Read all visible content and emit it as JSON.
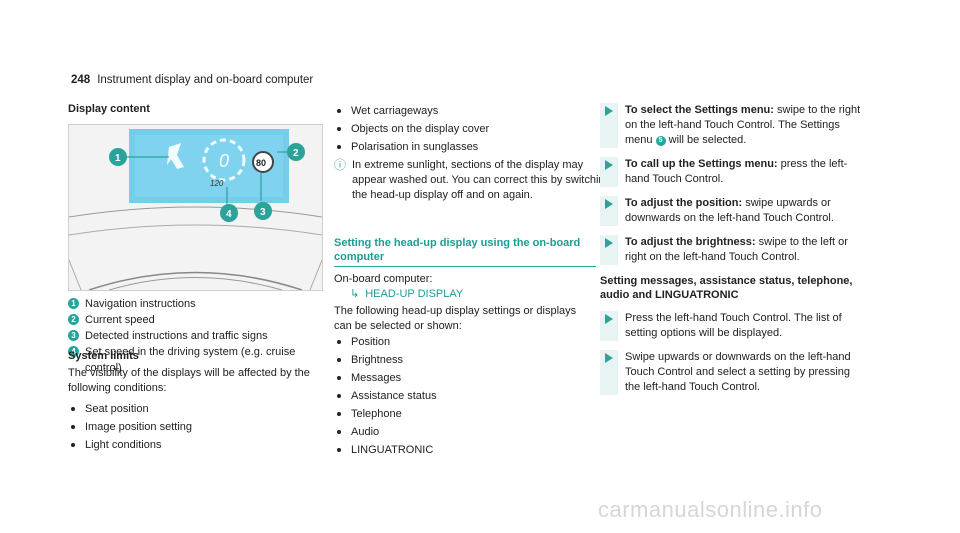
{
  "header": {
    "page_number": "248",
    "title": "Instrument display and on-board computer"
  },
  "col1": {
    "title": "Display content",
    "figure": {
      "callouts": [
        "1",
        "2",
        "3",
        "4"
      ],
      "speed_limit_sign": "80",
      "set_speed": "120",
      "current_speed_digit": "0"
    },
    "legend": [
      {
        "num": "1",
        "text": "Navigation instructions"
      },
      {
        "num": "2",
        "text": "Current speed"
      },
      {
        "num": "3",
        "text": "Detected instructions and traffic signs"
      },
      {
        "num": "4",
        "text": "Set speed in the driving system (e.g. cruise control)"
      }
    ],
    "limits_title": "System limits",
    "limits_text": "The visibility of the displays will be affected by the following conditions:",
    "conditions": [
      "Seat position",
      "Image position setting",
      "Light conditions"
    ]
  },
  "col2": {
    "conditions_cont": [
      "Wet carriageways",
      "Objects on the display cover",
      "Polarisation in sunglasses"
    ],
    "note": "In extreme sunlight, sections of the display may appear washed out. You can correct this by switching the head-up display off and on again.",
    "section_title": "Setting the head-up display using the on-board computer",
    "computer_label": "On-board computer:",
    "menu_path": "HEAD-UP DISPLAY",
    "intro": "The following head-up display settings or displays can be selected or shown:",
    "settings": [
      "Position",
      "Brightness",
      "Messages",
      "Assistance status",
      "Telephone",
      "Audio",
      "LINGUATRONIC"
    ]
  },
  "col3": {
    "steps": [
      {
        "bold": "To select the Settings menu:",
        "pre": "swipe to the right on the left-hand Touch Control. The Settings menu",
        "num": "5",
        "post": "will be selected."
      },
      {
        "bold": "To call up the Settings menu:",
        "pre": "press the left-hand Touch Control.",
        "num": "",
        "post": ""
      },
      {
        "bold": "To adjust the position:",
        "pre": "swipe upwards or downwards on the left-hand Touch Control.",
        "num": "",
        "post": ""
      },
      {
        "bold": "To adjust the brightness:",
        "pre": "swipe to the left or right on the left-hand Touch Control.",
        "num": "",
        "post": ""
      }
    ],
    "sub_title": "Setting messages, assistance status, telephone, audio and LINGUATRONIC",
    "steps2": [
      {
        "pre": "Press the left-hand Touch Control. The list of setting options will be displayed."
      },
      {
        "pre": "Swipe upwards or downwards on the left-hand Touch Control and select a setting by pressing the left-hand Touch Control."
      }
    ]
  },
  "footer": {
    "watermark": "carmanualsonline.info"
  },
  "colors": {
    "accent": "#2aa39a",
    "hud": "#5fc6e8"
  }
}
